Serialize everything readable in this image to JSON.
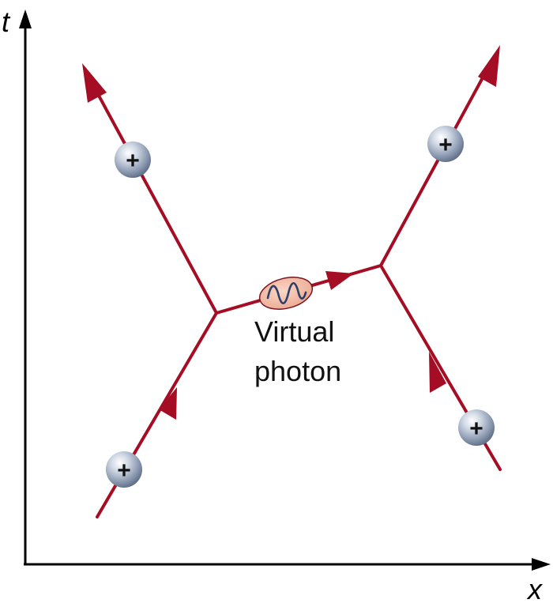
{
  "axes": {
    "time_label": "t",
    "space_label": "x"
  },
  "particles": [
    {
      "charge_symbol": "+"
    },
    {
      "charge_symbol": "+"
    },
    {
      "charge_symbol": "+"
    },
    {
      "charge_symbol": "+"
    }
  ],
  "virtual_photon": {
    "label_line1": "Virtual",
    "label_line2": "photon"
  },
  "colors": {
    "worldline": "#a50d24",
    "axis": "#000000",
    "particle_body": "#8e9db5",
    "photon_fill": "#f3b9a3"
  }
}
